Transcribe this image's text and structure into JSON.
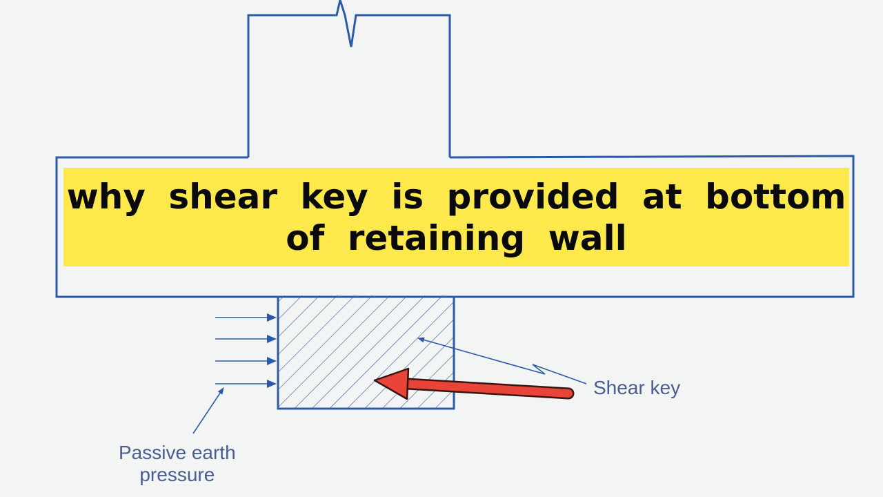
{
  "title": {
    "line1": "why shear key is provided at bottom",
    "line2": "of retaining wall"
  },
  "labels": {
    "shear_key": "Shear key",
    "passive_line1": "Passive earth",
    "passive_line2": "pressure"
  },
  "colors": {
    "background": "#f3f4f4",
    "outline": "#2c5aa8",
    "banner": "#fde94c",
    "highlight_arrow": "#e8443a",
    "label_text": "#4a5d8e"
  },
  "icons": {
    "passive_pressure_arrows": "arrow-right-icon",
    "highlight_arrow": "arrow-left-icon"
  }
}
